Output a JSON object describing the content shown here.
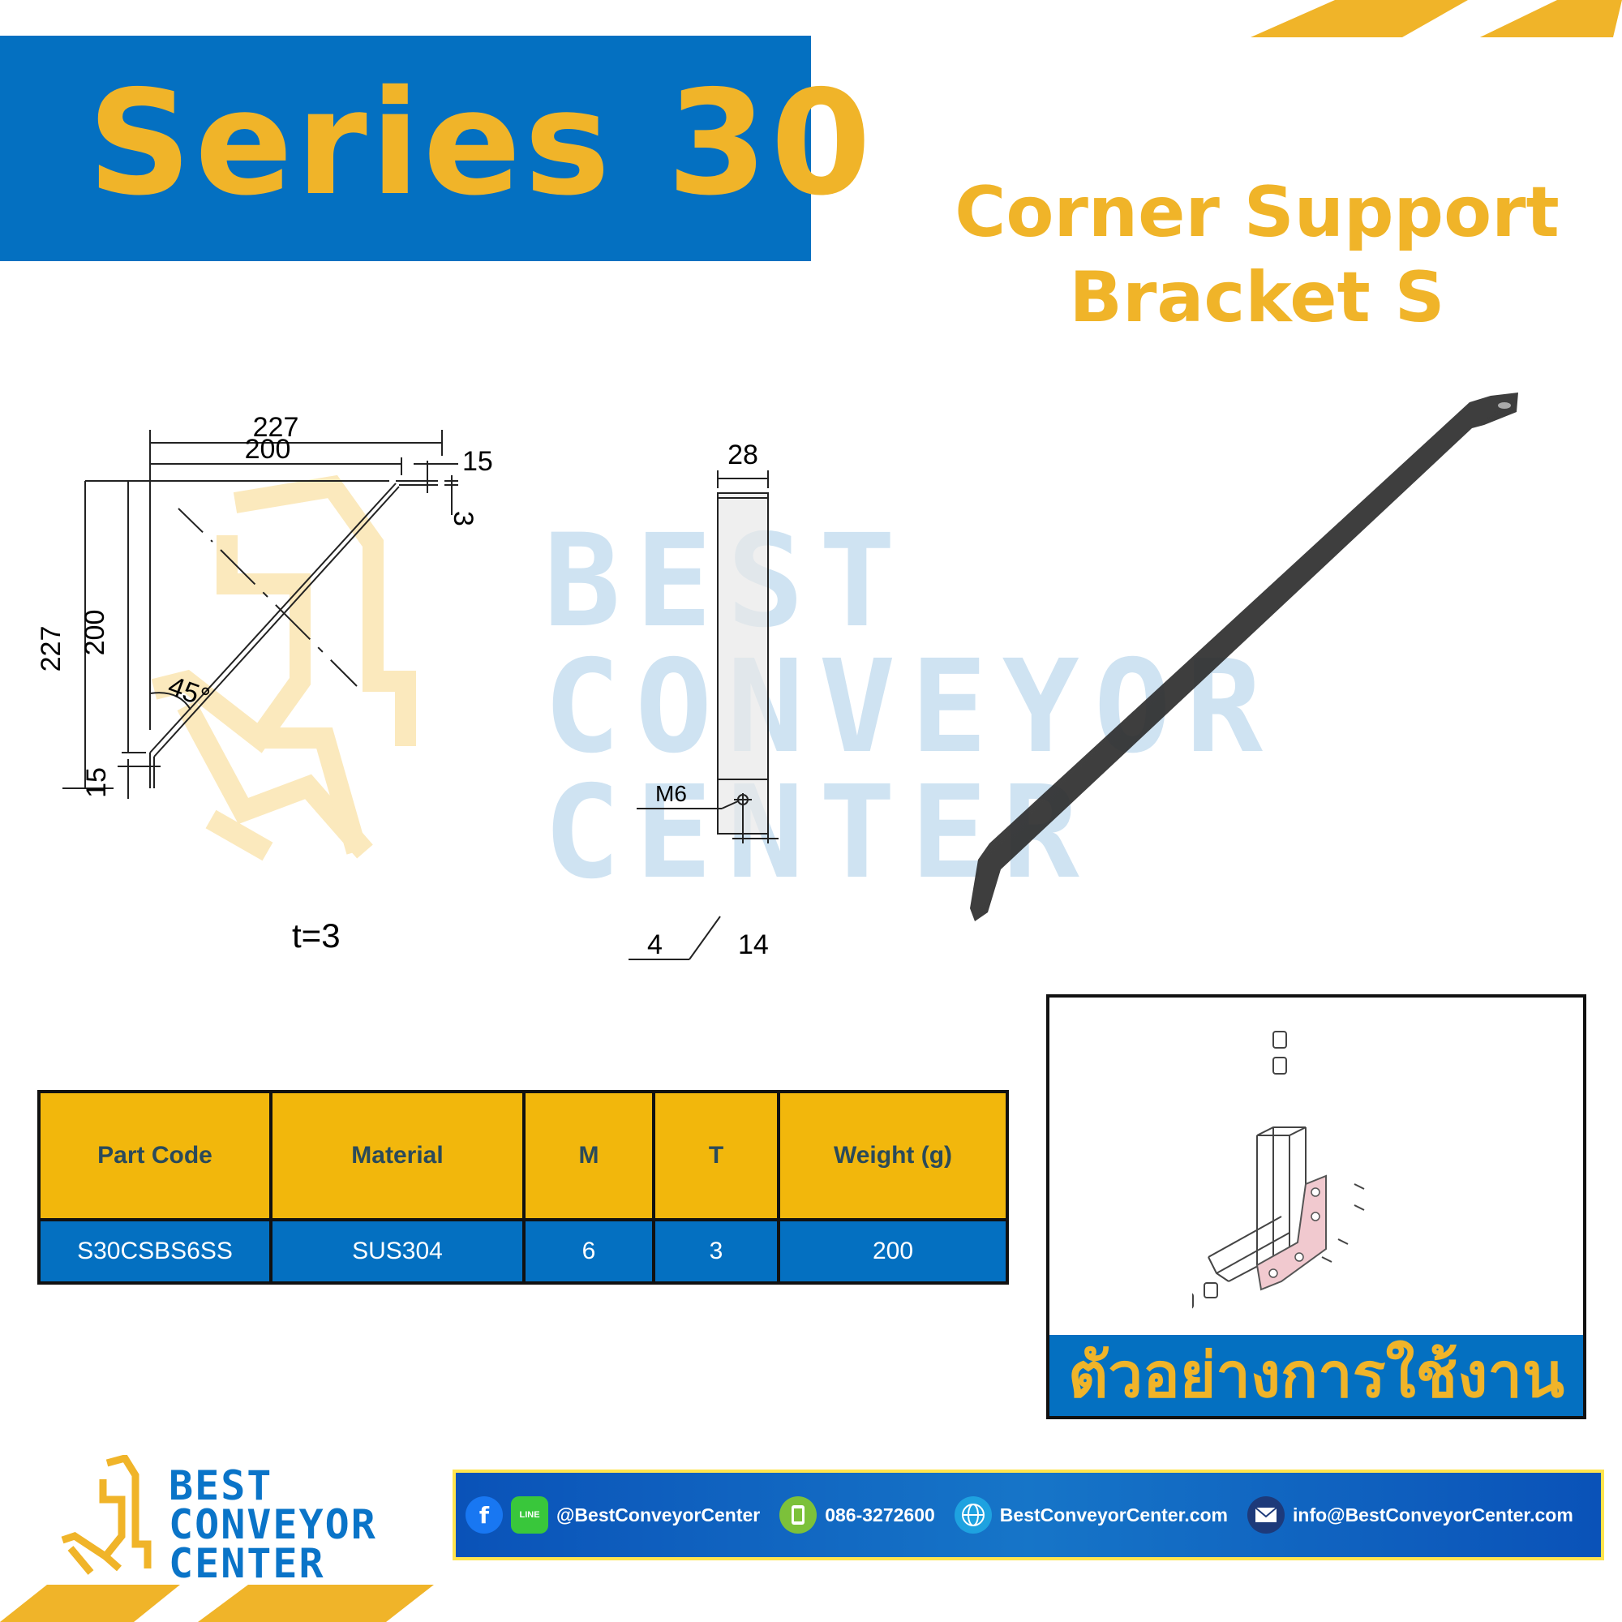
{
  "header": {
    "series_title": "Series 30",
    "product_title_line1": "Corner Support",
    "product_title_line2": "Bracket S"
  },
  "colors": {
    "brand_blue": "#0470c1",
    "brand_yellow": "#f0b429",
    "table_header_yellow": "#f2b70c",
    "watermark_blue": "#cfe3f2"
  },
  "watermark": {
    "line1": "BEST",
    "line2": "CONVEYOR",
    "line3": "CENTER"
  },
  "drawing": {
    "front_view": {
      "overall_width": "227",
      "inner_width": "200",
      "tab_length_top": "15",
      "tab_offset_top": "3",
      "overall_height": "227",
      "inner_height": "200",
      "tab_length_bottom": "15",
      "angle": "45°",
      "thickness_label": "t=3"
    },
    "side_view": {
      "width": "28",
      "thread_label": "M6",
      "corner_radius": "4",
      "hole_offset": "14"
    }
  },
  "spec_table": {
    "headers": [
      "Part Code",
      "Material",
      "M",
      "T",
      "Weight (g)"
    ],
    "rows": [
      [
        "S30CSBS6SS",
        "SUS304",
        "6",
        "3",
        "200"
      ]
    ]
  },
  "usage_example": {
    "caption": "ตัวอย่างการใช้งาน"
  },
  "footer": {
    "logo": {
      "line1": "BEST",
      "line2": "CONVEYOR",
      "line3": "CENTER"
    },
    "contacts": {
      "facebook_icon": "f",
      "line_icon": "LINE",
      "social_handle": "@BestConveyorCenter",
      "phone": "086-3272600",
      "website": "BestConveyorCenter.com",
      "email": "info@BestConveyorCenter.com"
    }
  }
}
